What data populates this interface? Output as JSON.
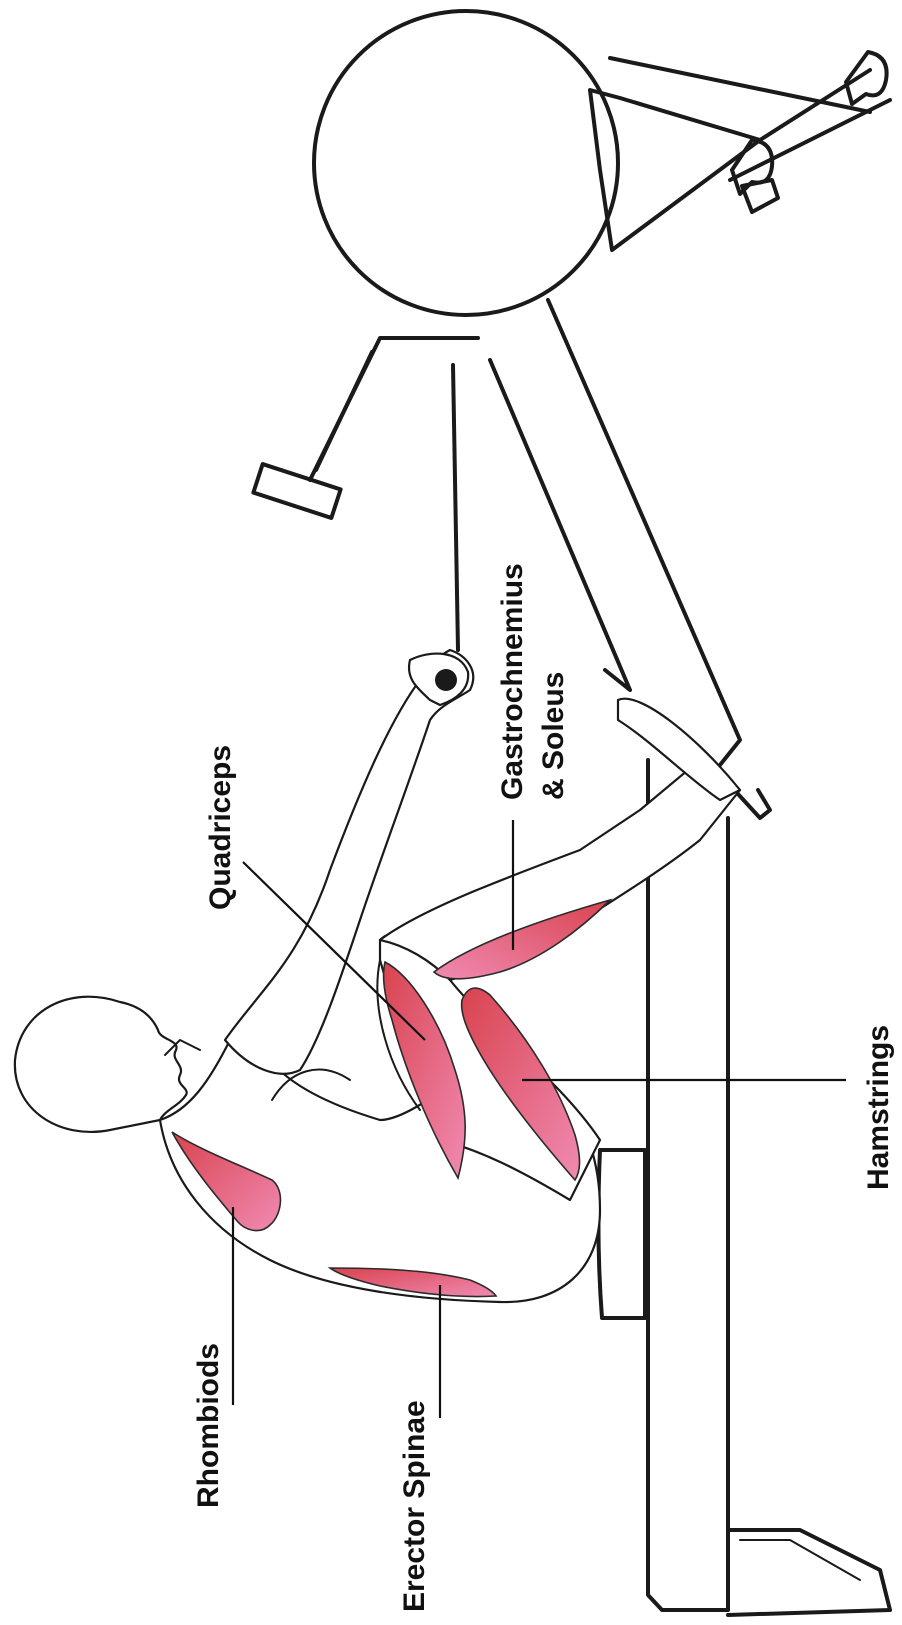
{
  "labels": {
    "quadriceps": "Quadriceps",
    "gastrocnemius_line1": "Gastrochnemius",
    "gastrocnemius_line2": "& Soleus",
    "hamstrings": "Hamstrings",
    "rhombiods": "Rhombiods",
    "erector_spinae": "Erector Spinae"
  },
  "colors": {
    "muscle_dark": "#d9434f",
    "muscle_light": "#f08ab2",
    "outline": "#1a1a1a",
    "background": "#ffffff"
  }
}
